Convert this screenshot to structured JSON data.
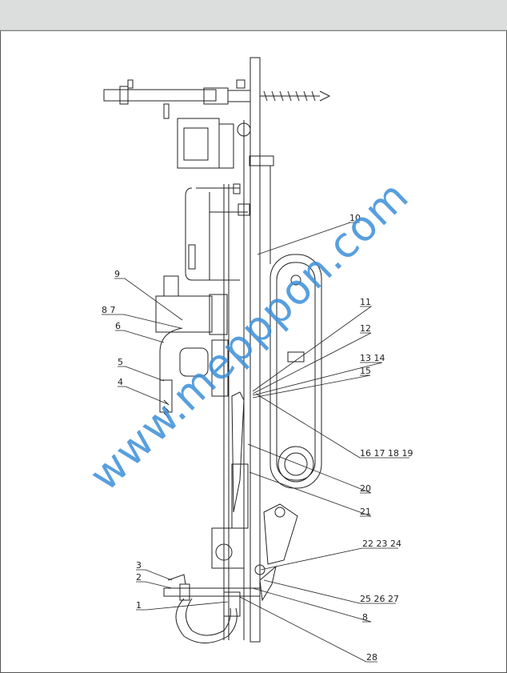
{
  "watermark": "www.mepppon.com",
  "colors": {
    "line": "#222222",
    "watermark": "#3b8fd9",
    "topbar": "#dcdedd"
  },
  "callouts": {
    "c10": "10",
    "c9": "9",
    "c87": "8  7",
    "c6": "6",
    "c5": "5",
    "c4": "4",
    "c11": "11",
    "c12": "12",
    "c1314": "13 14",
    "c15": "15",
    "c16": "16 17 18 19",
    "c20": "20",
    "c21": "21",
    "c22": "22 23 24",
    "c25": "25 26 27",
    "c8": "8",
    "c28": "28",
    "c3": "3",
    "c2": "2",
    "c1": "1"
  }
}
